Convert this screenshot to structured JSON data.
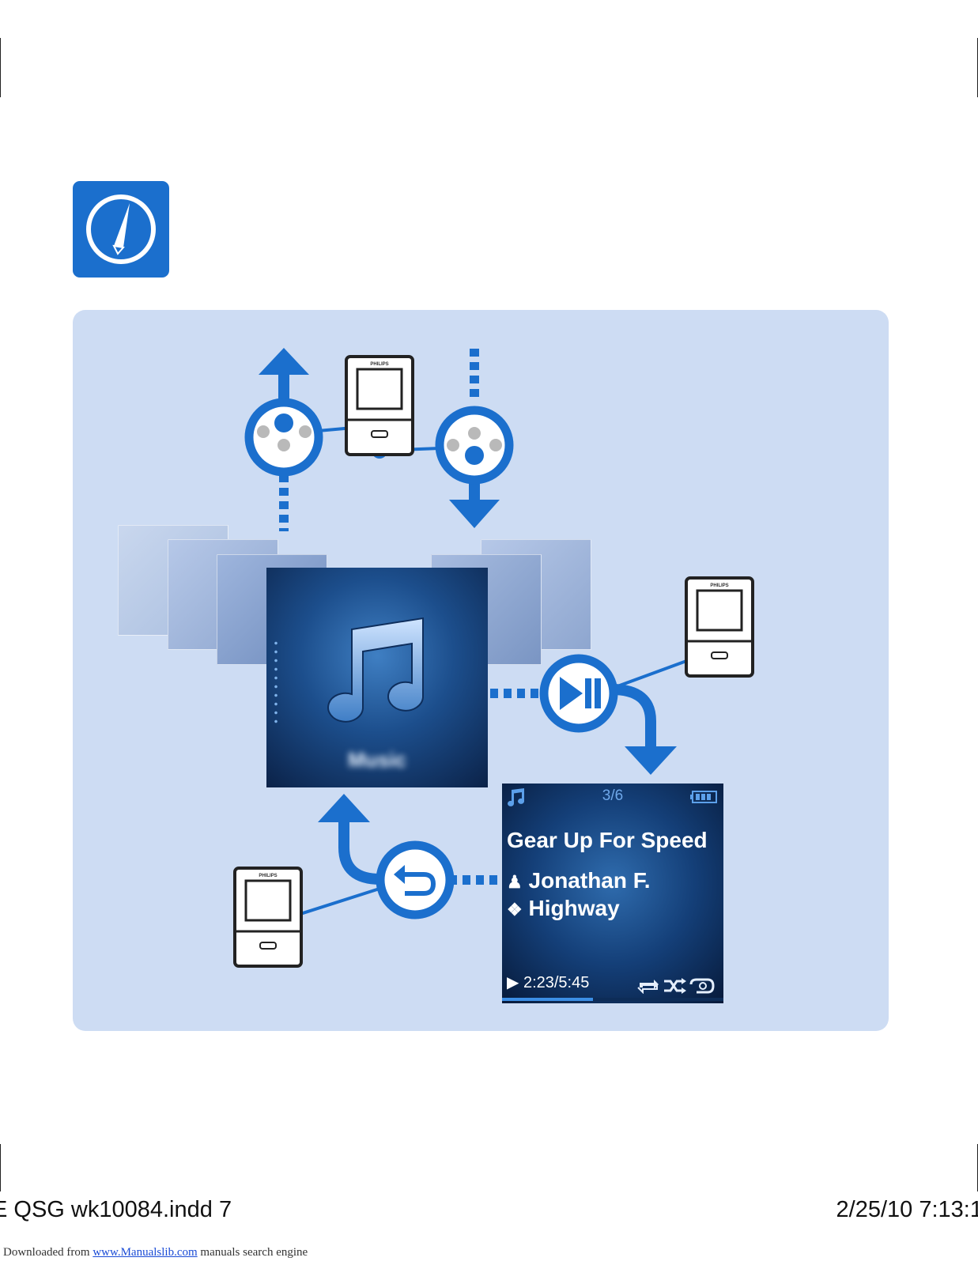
{
  "device_brand": "PHILIPS",
  "music_menu": {
    "label": "Music"
  },
  "now_playing": {
    "track_counter": "3/6",
    "title": "Gear Up For Speed",
    "artist": "Jonathan F.",
    "album": "Highway",
    "time": "2:23/5:45",
    "progress": 0.41
  },
  "footer": {
    "file_slug": "E QSG wk10084.indd   7",
    "date_time": "2/25/10   7:13:1",
    "download_prefix": "Downloaded from",
    "download_link": "www.Manualslib.com",
    "download_suffix": " manuals search engine"
  },
  "colors": {
    "accent": "#1b6fcd",
    "panel": "#cddcf3",
    "button_inactive": "#b9b9b9"
  }
}
